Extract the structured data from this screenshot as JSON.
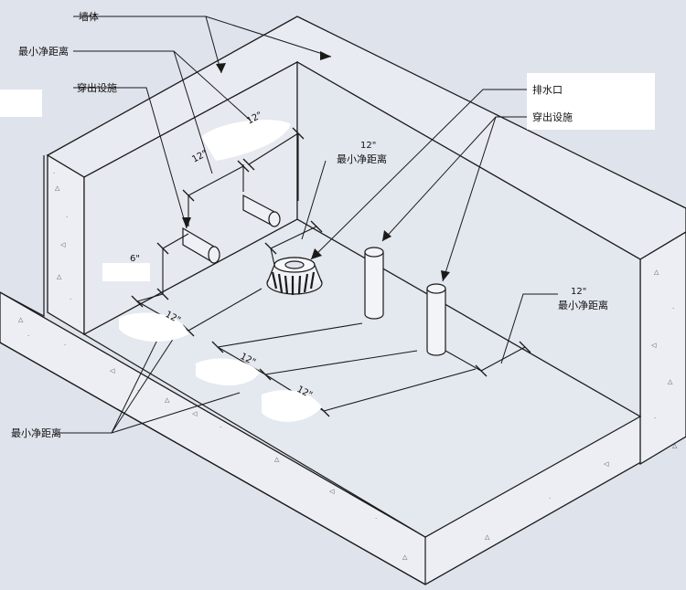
{
  "labels": {
    "wall": "墙体",
    "min_clearance": "最小净距离",
    "penetration": "穿出设施",
    "drain": "排水口",
    "dim_12": "12\"",
    "dim_6": "6\""
  },
  "colors": {
    "background": "#dfe3ec",
    "line": "#1a1a1a",
    "label_box": "#ffffff",
    "concrete_speckle": "#555555"
  }
}
